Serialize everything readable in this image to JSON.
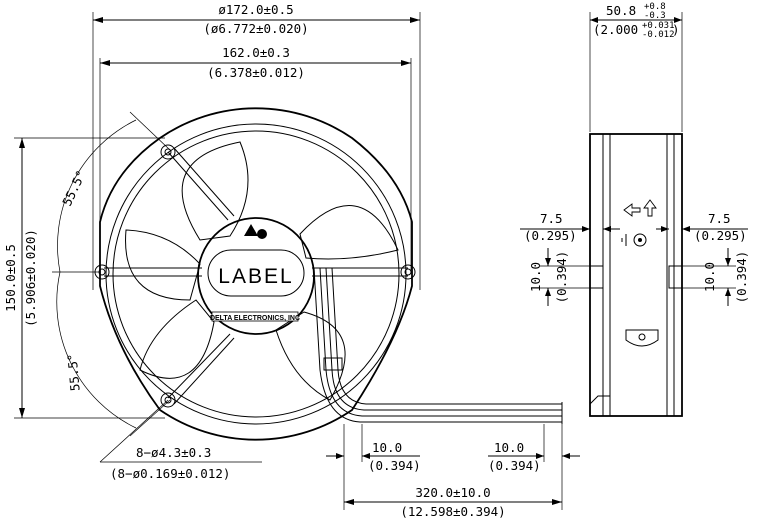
{
  "front": {
    "dia_outer_mm": "ø172.0±0.5",
    "dia_outer_in": "(ø6.772±0.020)",
    "mount_span_mm": "162.0±0.3",
    "mount_span_in": "(6.378±0.012)",
    "height_mm": "150.0±0.5",
    "height_in": "(5.906±0.020)",
    "angle_top": "55.5°",
    "angle_bottom": "55.5°",
    "holes_mm": "8−ø4.3±0.3",
    "holes_in": "(8−ø0.169±0.012)",
    "label_text": "LABEL",
    "maker_text": "DELTA ELECTRONICS, INC",
    "wire_strip_left_mm": "10.0",
    "wire_strip_left_in": "(0.394)",
    "wire_strip_right_mm": "10.0",
    "wire_strip_right_in": "(0.394)",
    "lead_length_mm": "320.0±10.0",
    "lead_length_in": "(12.598±0.394)"
  },
  "side": {
    "depth_mm": "50.8",
    "depth_tol_plus": "+0.8",
    "depth_tol_minus": "-0.3",
    "depth_in": "(2.000",
    "depth_in_tol_plus": "+0.031",
    "depth_in_tol_minus": "-0.012",
    "depth_in_close": ")",
    "flange_left_mm": "7.5",
    "flange_left_in": "(0.295)",
    "flange_right_mm": "7.5",
    "flange_right_in": "(0.295)",
    "slot_left_mm": "10.0",
    "slot_left_in": "(0.394)",
    "slot_right_mm": "10.0",
    "slot_right_in": "(0.394)"
  }
}
